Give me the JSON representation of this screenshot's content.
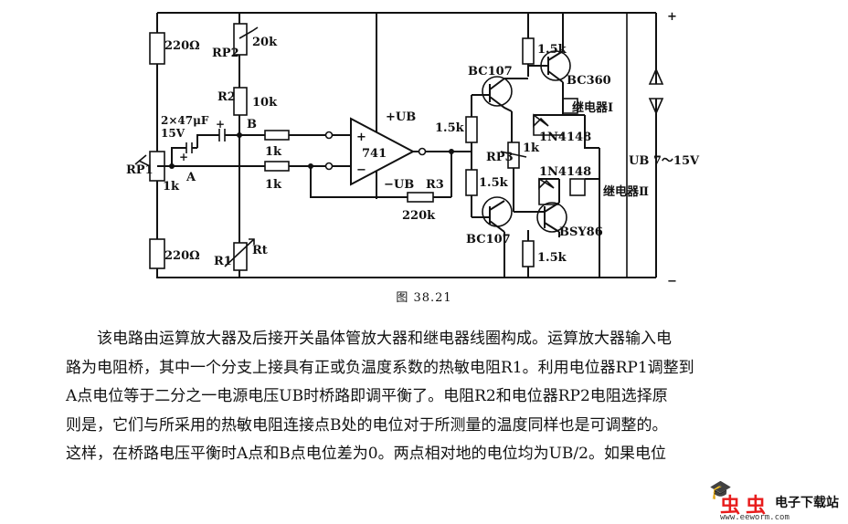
{
  "figure": {
    "caption": "图 38.21",
    "labels": {
      "r_top": "220Ω",
      "rp2": "RP2",
      "rp2_val": "20k",
      "r2": "R2",
      "r2_val": "10k",
      "cap": "2×47μF",
      "cap_v": "15V",
      "node_b": "B",
      "node_a": "A",
      "rp1": "RP1",
      "rp1_val": "1k",
      "r_in1": "1k",
      "r_in2": "1k",
      "r_bot": "220Ω",
      "r1": "R1",
      "rt": "Rt",
      "plus_ub": "+UB",
      "minus_ub": "−UB",
      "opamp": "741",
      "plus_in": "+",
      "minus_in": "−",
      "r3": "R3",
      "r3_val": "220k",
      "bc107_top": "BC107",
      "bc107_bot": "BC107",
      "r_15k_a": "1.5k",
      "r_15k_b": "1.5k",
      "r_15k_c": "1.5k",
      "r_15k_d": "1.5k",
      "rp3": "RP3",
      "rp3_val": "1k",
      "bc360": "BC360",
      "bsy86": "BSY86",
      "relay1": "继电器Ⅰ",
      "relay2": "继电器Ⅱ",
      "diode1": "1N4148",
      "diode2": "1N4148",
      "supply": "UB 7～15V",
      "supply_plus": "+",
      "supply_minus": "−",
      "cap_plus1": "+",
      "cap_plus2": "+"
    }
  },
  "text": {
    "line1": "该电路由运算放大器及后接开关晶体管放大器和继电器线圈构成。运算放大器输入电",
    "line2": "路为电阻桥，其中一个分支上接具有正或负温度系数的热敏电阻R1。利用电位器RP1调整到",
    "line3": "A点电位等于二分之一电源电压UB时桥路即调平衡了。电阻R2和电位器RP2电阻选择原",
    "line4": "则是，它们与所采用的热敏电阻连接点B处的电位对于所测量的温度同样也是可调整的。",
    "line5": "这样，在桥路电压平衡时A点和B点电位差为0。两点相对地的电位均为UB/2。如果电位"
  },
  "watermark": {
    "brand": "电子下载站",
    "url": "www.eeworm.com",
    "bug": "虫"
  }
}
